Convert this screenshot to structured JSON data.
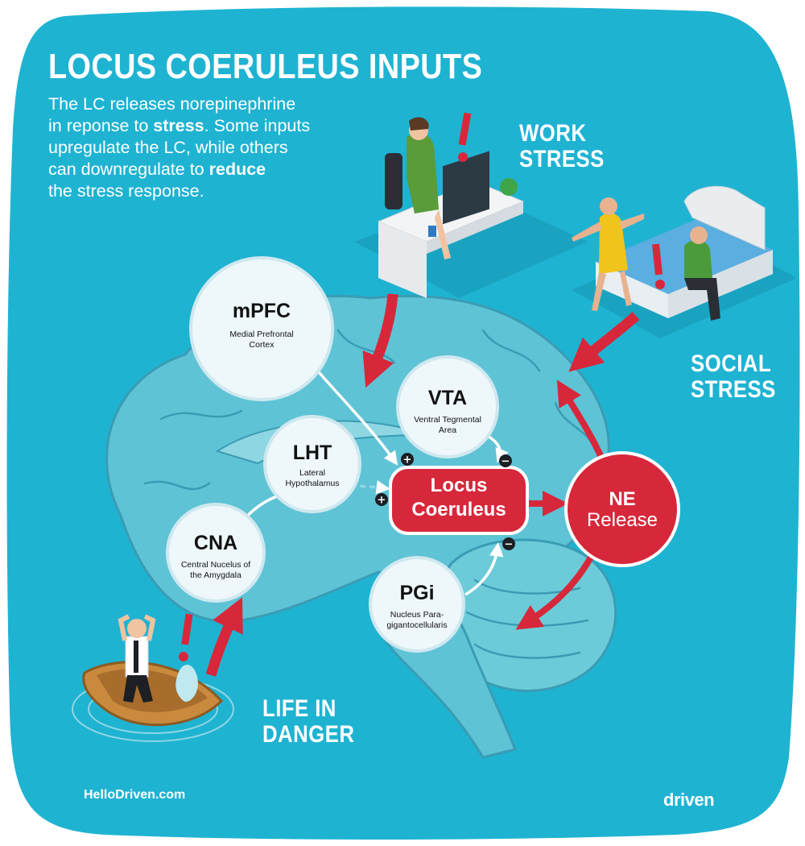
{
  "title": "LOCUS COERULEUS INPUTS",
  "intro": {
    "line1": "The LC releases norepinephrine",
    "line2_a": "in reponse to ",
    "line2_bold": "stress",
    "line2_b": ". Some inputs",
    "line3": "upregulate the LC, while others",
    "line4_a": "can downregulate to ",
    "line4_bold": "reduce",
    "line5": "the stress response."
  },
  "stressors": {
    "work": {
      "line1": "WORK",
      "line2": "STRESS"
    },
    "social": {
      "line1": "SOCIAL",
      "line2": "STRESS"
    },
    "danger": {
      "line1": "LIFE IN",
      "line2": "DANGER"
    }
  },
  "nodes": {
    "mpfc": {
      "abbr": "mPFC",
      "full1": "Medial Prefrontal",
      "full2": "Cortex"
    },
    "vta": {
      "abbr": "VTA",
      "full1": "Ventral Tegmental",
      "full2": "Area"
    },
    "lht": {
      "abbr": "LHT",
      "full1": "Lateral",
      "full2": "Hypothalamus"
    },
    "cna": {
      "abbr": "CNA",
      "full1": "Central Nucelus of",
      "full2": "the Amygdala"
    },
    "pgi": {
      "abbr": "PGi",
      "full1": "Nucleus Para-",
      "full2": "gigantocellularis"
    }
  },
  "lc": {
    "line1": "Locus",
    "line2": "Coeruleus"
  },
  "ne": {
    "line1": "NE",
    "line2": "Release"
  },
  "signs": {
    "mpfc": "+",
    "lht": "+",
    "vta": "−",
    "pgi": "−"
  },
  "footer": {
    "website": "HelloDriven.com",
    "brand": "driven"
  },
  "colors": {
    "background": "#1fb3d2",
    "brain": "#5fc3d6",
    "brain_stroke": "#3a9cb4",
    "lc_red": "#d7283b",
    "arrow_red": "#d7283b",
    "node_fill": "#eef8fb",
    "text": "#ffffff"
  }
}
